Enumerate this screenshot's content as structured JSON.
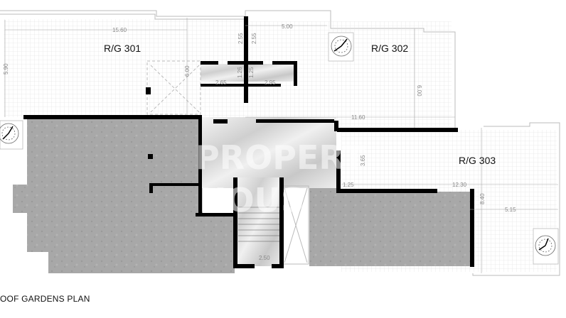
{
  "plan": {
    "caption": "OOF GARDENS PLAN",
    "units": [
      {
        "label": "R/G 301"
      },
      {
        "label": "R/G 302"
      },
      {
        "label": "R/G 303"
      }
    ],
    "dimensions": {
      "d1": "15.60",
      "d2": "5.90",
      "d3": "6.00",
      "d4": "2.55",
      "d5": "2.55",
      "d6": "5.00",
      "d7": "6.00",
      "d8": "2.65",
      "d9": "2.95",
      "d10": "1.26",
      "d11": "1.25",
      "d12": "11.60",
      "d13": "3.65",
      "d14": "1.25",
      "d15": "12.30",
      "d16": "8.40",
      "d17": "5.15",
      "d18": "2.50"
    },
    "watermark": [
      "PROPERT",
      "HOUS"
    ],
    "colors": {
      "wall": "#000000",
      "concrete": "#a9a9a9",
      "grid": "#dcdcdc",
      "marble": "#e6e6e6"
    }
  }
}
